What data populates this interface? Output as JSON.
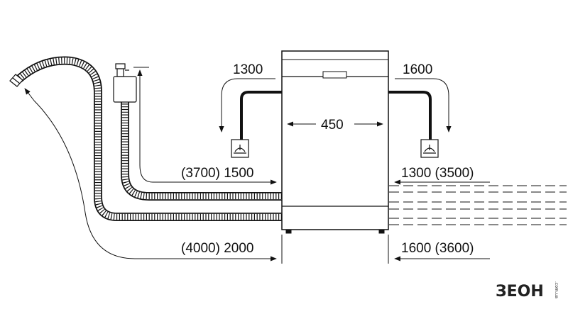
{
  "dimensions": {
    "left_top": "1300",
    "right_top": "1600",
    "width": "450",
    "left_inlet": "(3700) 1500",
    "right_inlet": "1300 (3500)",
    "left_drain": "(4000) 2000",
    "right_drain": "1600 (3600)"
  },
  "logo": {
    "text": "ЗЕОН",
    "suffix": ".com.ua"
  },
  "colors": {
    "line": "#111111",
    "hose_fill": "#ffffff"
  }
}
